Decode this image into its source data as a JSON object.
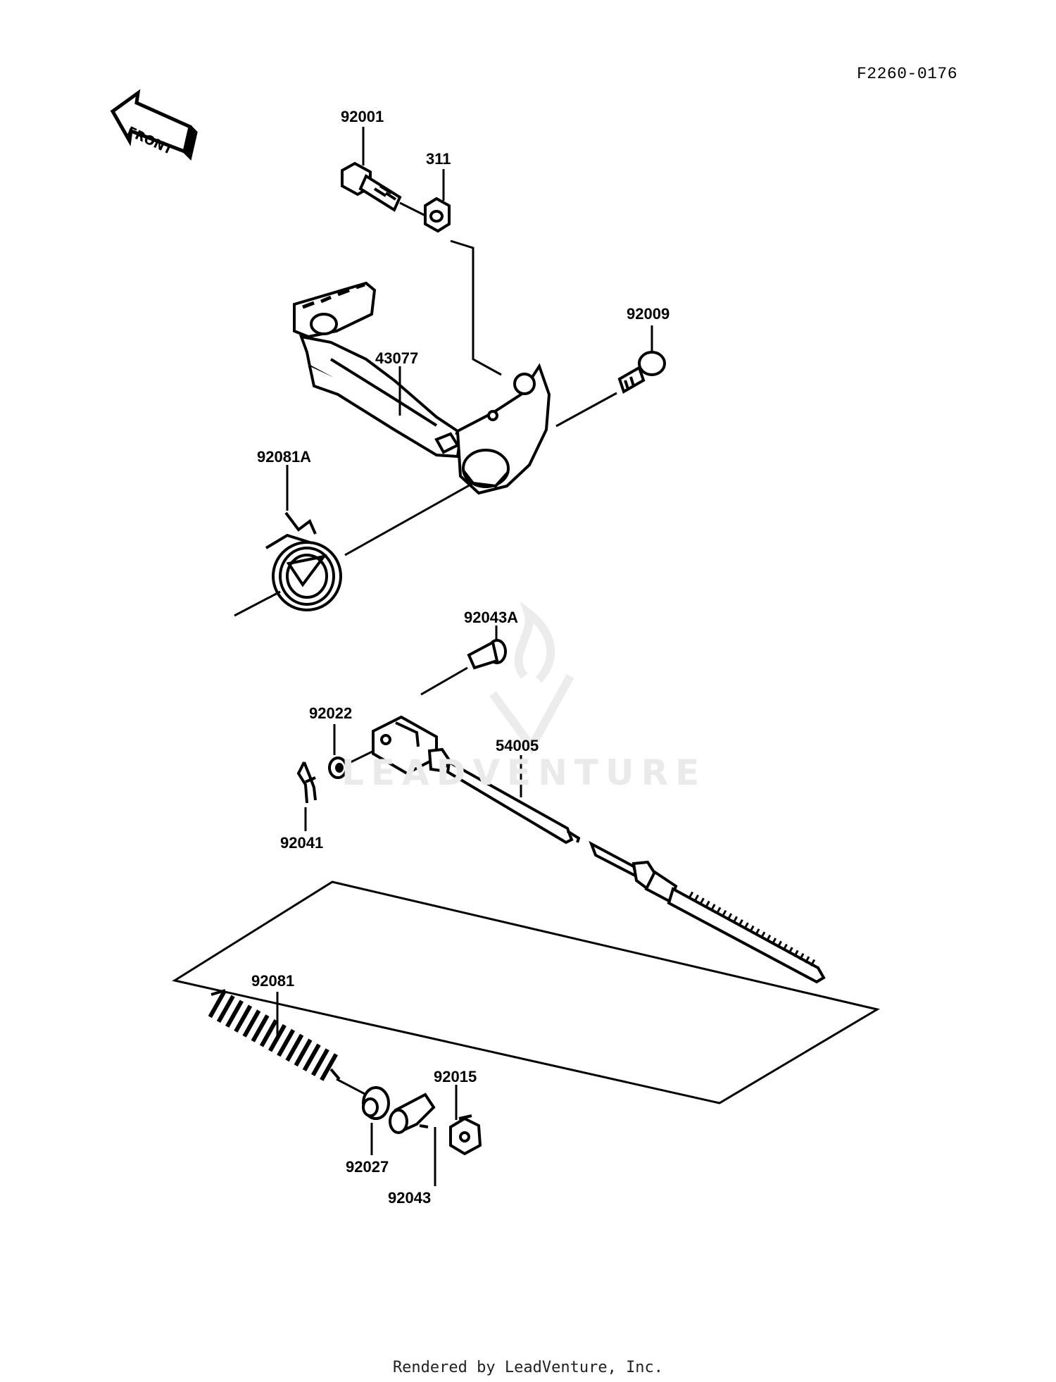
{
  "doc_code": "F2260-0176",
  "front_label": "FRONT",
  "watermark": "LEADVENTURE",
  "parts": {
    "p92001": "92001",
    "p311": "311",
    "p92009": "92009",
    "p43077": "43077",
    "p92081A": "92081A",
    "p92043A": "92043A",
    "p92022": "92022",
    "p54005": "54005",
    "p92041": "92041",
    "p92081": "92081",
    "p92015": "92015",
    "p92027": "92027",
    "p92043": "92043"
  },
  "footer": "Rendered by LeadVenture, Inc."
}
